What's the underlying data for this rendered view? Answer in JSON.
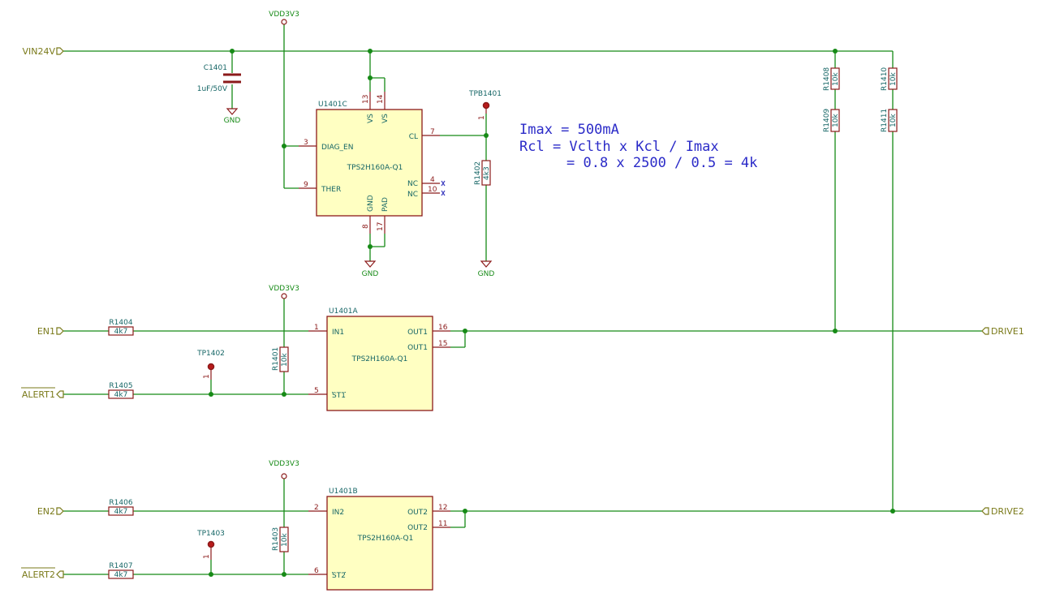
{
  "power": {
    "vdd_top": "VDD3V3",
    "vdd_a": "VDD3V3",
    "vdd_b": "VDD3V3",
    "gnd_cap": "GND",
    "gnd_u": "GND",
    "gnd_r": "GND"
  },
  "ports": {
    "vin": "VIN24V",
    "en1": "EN1",
    "alert1": "ALERT1",
    "en2": "EN2",
    "alert2": "ALERT2",
    "drive1": "DRIVE1",
    "drive2": "DRIVE2"
  },
  "cap": {
    "ref": "C1401",
    "value": "1uF/50V"
  },
  "u_c": {
    "ref": "U1401C",
    "part": "TPS2H160A-Q1",
    "pins": {
      "vs1": "VS",
      "vs2": "VS",
      "cl": "CL",
      "diag": "DIAG_EN",
      "ther": "THER",
      "nc1": "NC",
      "nc2": "NC",
      "gnd": "GND",
      "pad": "PAD"
    },
    "nums": {
      "p13": "13",
      "p14": "14",
      "p7": "7",
      "p3": "3",
      "p9": "9",
      "p4": "4",
      "p10": "10",
      "p8": "8",
      "p17": "17"
    }
  },
  "u_a": {
    "ref": "U1401A",
    "part": "TPS2H160A-Q1",
    "pins": {
      "in": "IN1",
      "out_a": "OUT1",
      "out_b": "OUT1",
      "st": "ST1"
    },
    "nums": {
      "p1": "1",
      "p16": "16",
      "p15": "15",
      "p5": "5"
    }
  },
  "u_b": {
    "ref": "U1401B",
    "part": "TPS2H160A-Q1",
    "pins": {
      "in": "IN2",
      "out_a": "OUT2",
      "out_b": "OUT2",
      "st": "ST2"
    },
    "nums": {
      "p2": "2",
      "p12": "12",
      "p11": "11",
      "p6": "6"
    }
  },
  "testpoints": {
    "tpb": {
      "ref": "TPB1401",
      "pin": "1"
    },
    "tp2": {
      "ref": "TP1402",
      "pin": "1"
    },
    "tp3": {
      "ref": "TP1403",
      "pin": "1"
    }
  },
  "resistors": {
    "r1402": {
      "ref": "R1402",
      "value": "4k3"
    },
    "r1401": {
      "ref": "R1401",
      "value": "10k"
    },
    "r1403": {
      "ref": "R1403",
      "value": "10k"
    },
    "r1404": {
      "ref": "R1404",
      "value": "4k7"
    },
    "r1405": {
      "ref": "R1405",
      "value": "4k7"
    },
    "r1406": {
      "ref": "R1406",
      "value": "4k7"
    },
    "r1407": {
      "ref": "R1407",
      "value": "4k7"
    },
    "r1408": {
      "ref": "R1408",
      "value": "10k"
    },
    "r1409": {
      "ref": "R1409",
      "value": "10k"
    },
    "r1410": {
      "ref": "R1410",
      "value": "10k"
    },
    "r1411": {
      "ref": "R1411",
      "value": "10k"
    }
  },
  "note": {
    "line1": "Imax  = 500mA",
    "line2": "Rcl    = Vclth x Kcl / Imax",
    "line3": "= 0.8 x 2500 / 0.5 = 4k"
  },
  "colors": {
    "wire": "#168a16",
    "pin": "#8b1a1a",
    "body": "#ffffc2",
    "note": "#2b2bc8",
    "port": "#7a7a1a",
    "ref": "#166666"
  }
}
